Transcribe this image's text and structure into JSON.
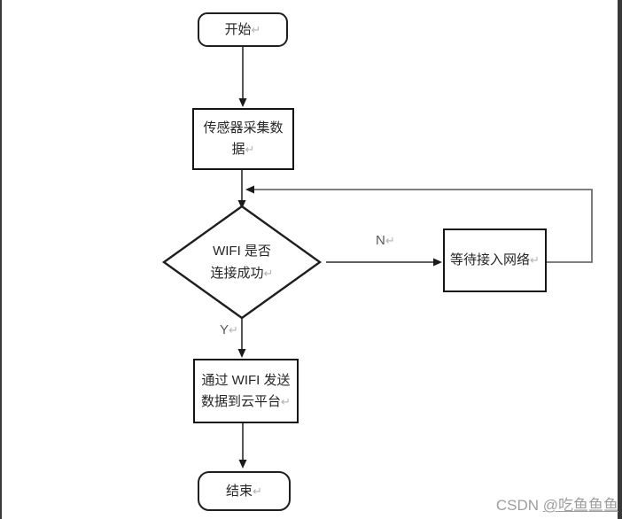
{
  "glyphs": {
    "return_mark": "↵"
  },
  "nodes": {
    "start": {
      "label": "开始"
    },
    "sensor": {
      "lines": [
        "传感器采集数",
        "据"
      ]
    },
    "decision": {
      "lines": [
        "WIFI 是否",
        "连接成功"
      ]
    },
    "wait": {
      "label": "等待接入网络"
    },
    "send": {
      "lines": [
        "通过 WIFI 发送",
        "数据到云平台"
      ]
    },
    "end": {
      "label": "结束"
    }
  },
  "edges": {
    "no_label": "N",
    "yes_label": "Y"
  },
  "watermark": {
    "prefix": "CSDN ",
    "handle": "@吃鱼鱼鱼"
  },
  "colors": {
    "shape_border": "#1f1f1f",
    "arrow": "#2b2b2b",
    "feedback_line": "#6e6e6e",
    "branch_text": "#595959",
    "watermark_text": "#9e9e9e",
    "page_edge": "#3a3a3a"
  }
}
